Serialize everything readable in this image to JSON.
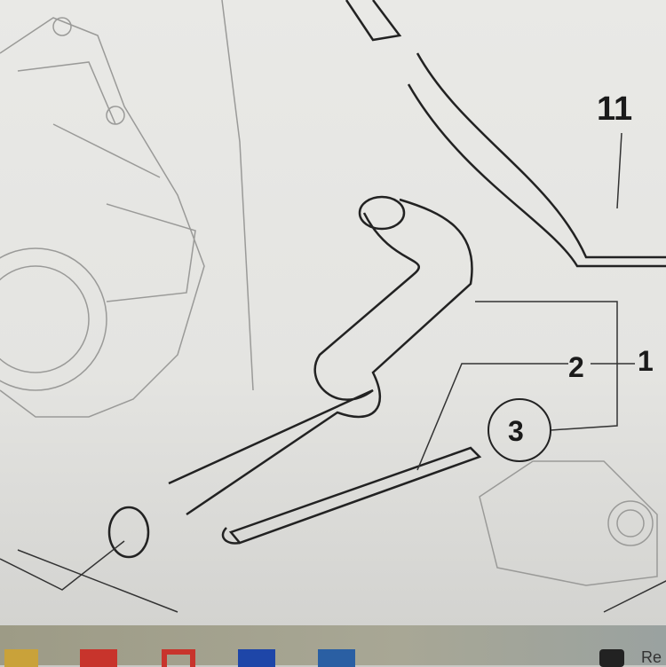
{
  "diagram": {
    "callouts": [
      "11",
      "2",
      "1",
      "3"
    ]
  },
  "taskbar": {
    "icons": [
      "folder-icon",
      "office-icon",
      "gmail-icon",
      "word-icon",
      "store-icon",
      "nhl-icon"
    ],
    "partial_label": "Re"
  }
}
